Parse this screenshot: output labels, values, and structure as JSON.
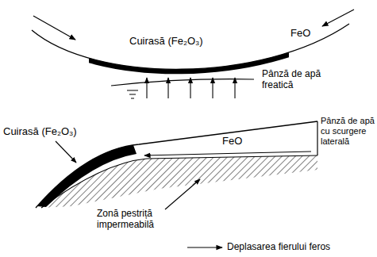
{
  "diagram": {
    "labels": [
      "Cuirasă (Fe₂O₃)",
      "FeO",
      "Pânză de apă freatică",
      "Cuirasă (Fe₂O₃)",
      "FeO",
      "Pânză de apă cu scurgere laterală",
      "Zonă pestriță impermeabilă"
    ],
    "legend": [
      {
        "text": "Deplasarea fierului feros"
      }
    ]
  }
}
